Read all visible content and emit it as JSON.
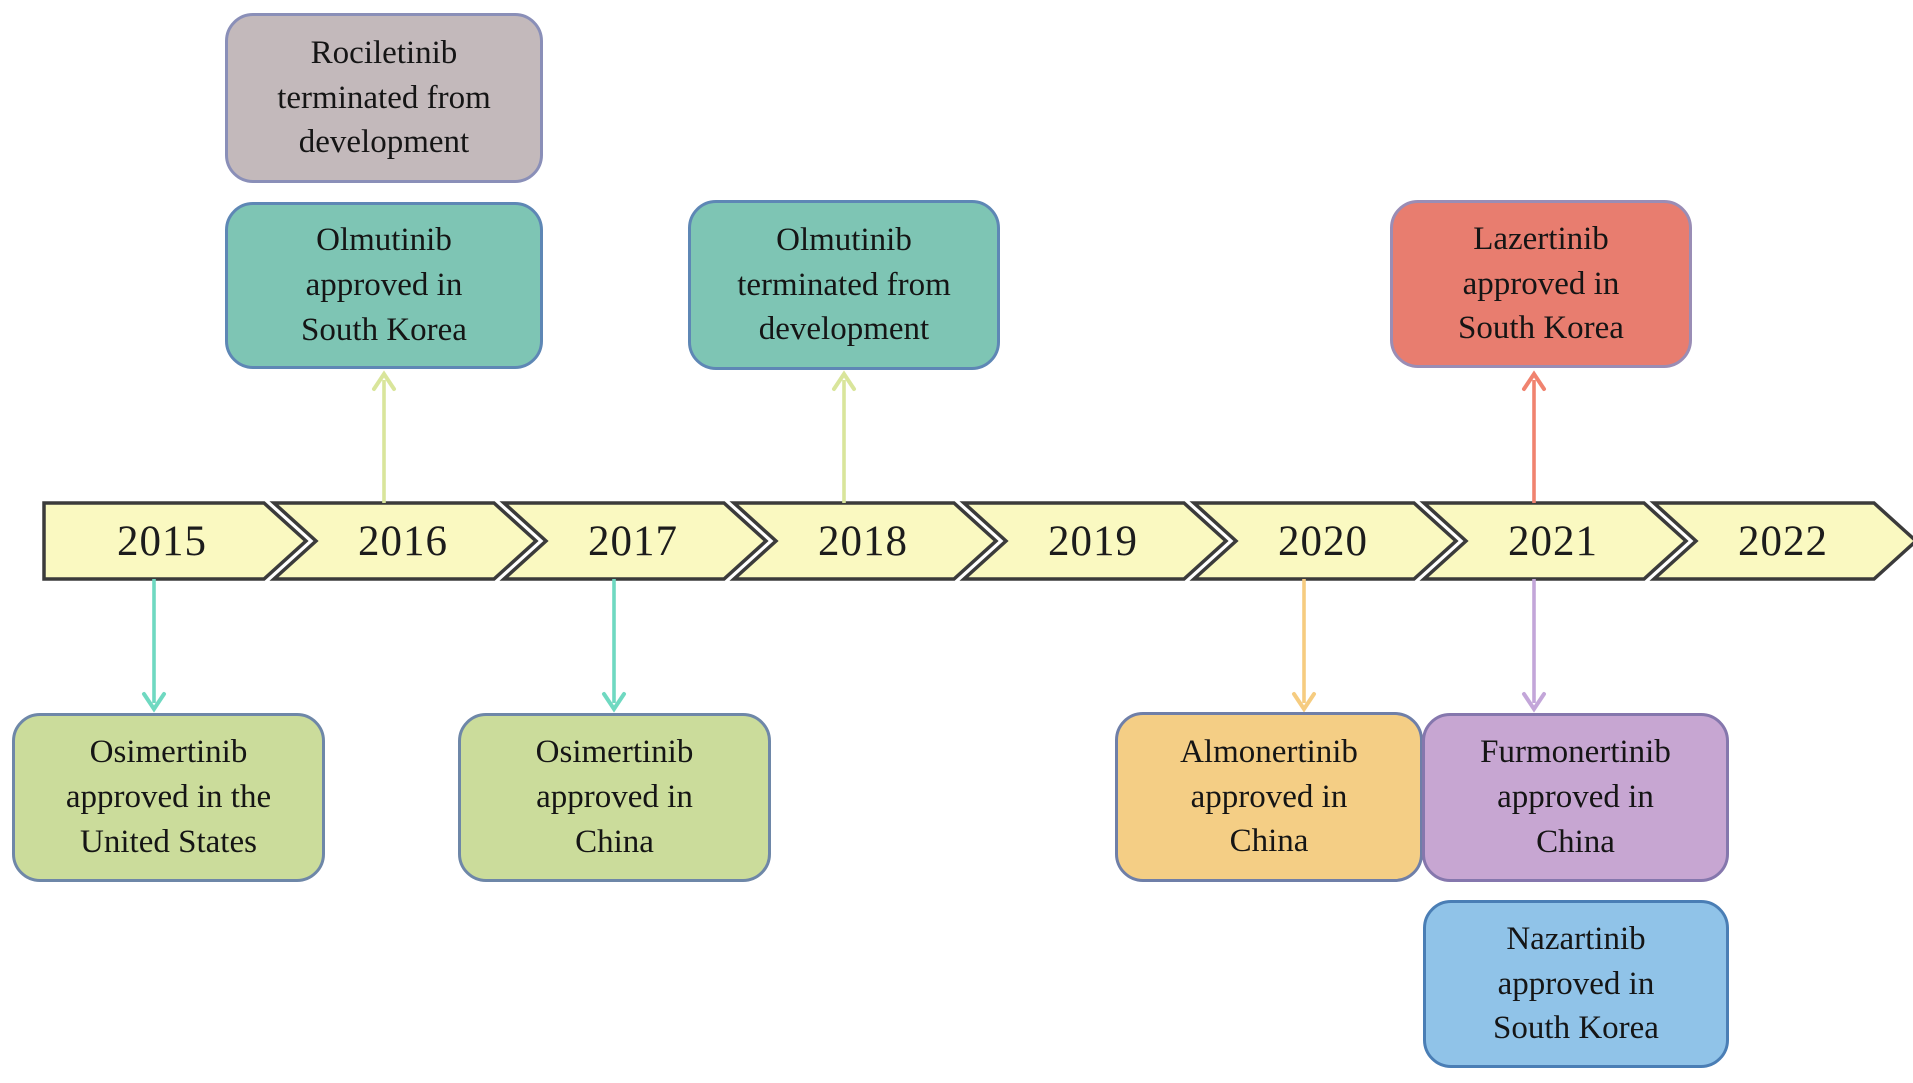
{
  "figure": {
    "description": "Timeline of third-generation EGFR inhibitor development milestones",
    "background": "#ffffff"
  },
  "palette": {
    "chevron": {
      "fill": "#FAF9C1",
      "border": "#3B3B3B"
    },
    "gray": {
      "fill": "#C3B9BB",
      "border": "#8A8FB8"
    },
    "teal": {
      "fill": "#7EC5B4",
      "border": "#5E87B5"
    },
    "red": {
      "fill": "#E87D6F",
      "border": "#9A8DB5"
    },
    "green": {
      "fill": "#CBDC9B",
      "border": "#6E87A8"
    },
    "orange": {
      "fill": "#F4CE85",
      "border": "#6F7FA8"
    },
    "purple": {
      "fill": "#C7A6D2",
      "border": "#8577AD"
    },
    "blue": {
      "fill": "#90C3E8",
      "border": "#4A7EB5"
    }
  },
  "timeline": {
    "years": [
      "2015",
      "2016",
      "2017",
      "2018",
      "2019",
      "2020",
      "2021",
      "2022"
    ]
  },
  "events": [
    {
      "id": "rociletinib-terminated",
      "lines": [
        "Rociletinib",
        "terminated from",
        "development"
      ],
      "year": "2016",
      "side": "above",
      "color": "gray"
    },
    {
      "id": "olmutinib-approved-kr",
      "lines": [
        "Olmutinib",
        "approved in",
        "South Korea"
      ],
      "year": "2016",
      "side": "above",
      "color": "teal"
    },
    {
      "id": "olmutinib-terminated",
      "lines": [
        "Olmutinib",
        "terminated from",
        "development"
      ],
      "year": "2018",
      "side": "above",
      "color": "teal"
    },
    {
      "id": "lazertinib-approved-kr",
      "lines": [
        "Lazertinib",
        "approved in",
        "South Korea"
      ],
      "year": "2021",
      "side": "above",
      "color": "red"
    },
    {
      "id": "osimertinib-approved-us",
      "lines": [
        "Osimertinib",
        "approved in the",
        "United States"
      ],
      "year": "2015",
      "side": "below",
      "color": "green"
    },
    {
      "id": "osimertinib-approved-cn",
      "lines": [
        "Osimertinib",
        "approved in",
        "China"
      ],
      "year": "2017",
      "side": "below",
      "color": "green"
    },
    {
      "id": "almonertinib-approved-cn",
      "lines": [
        "Almonertinib",
        "approved in",
        "China"
      ],
      "year": "2020",
      "side": "below",
      "color": "orange"
    },
    {
      "id": "furmonertinib-approved-cn",
      "lines": [
        "Furmonertinib",
        "approved in",
        "China"
      ],
      "year": "2021",
      "side": "below",
      "color": "purple"
    },
    {
      "id": "nazartinib-approved-kr",
      "lines": [
        "Nazartinib",
        "approved in",
        "South Korea"
      ],
      "year": "2021",
      "side": "below",
      "color": "blue"
    }
  ],
  "arrows": [
    {
      "id": "arrow-2015-down",
      "from": "2015",
      "dir": "down",
      "color": "#6FD9C1"
    },
    {
      "id": "arrow-2016-up",
      "from": "2016",
      "dir": "up",
      "color": "#D9E59B"
    },
    {
      "id": "arrow-2017-down",
      "from": "2017",
      "dir": "down",
      "color": "#6FD9C1"
    },
    {
      "id": "arrow-2018-up",
      "from": "2018",
      "dir": "up",
      "color": "#D9E59B"
    },
    {
      "id": "arrow-2020-down",
      "from": "2020",
      "dir": "down",
      "color": "#F6CC80"
    },
    {
      "id": "arrow-2021-up",
      "from": "2021",
      "dir": "up",
      "color": "#F0836F"
    },
    {
      "id": "arrow-2021-down",
      "from": "2021",
      "dir": "down",
      "color": "#C3A6D9"
    }
  ]
}
